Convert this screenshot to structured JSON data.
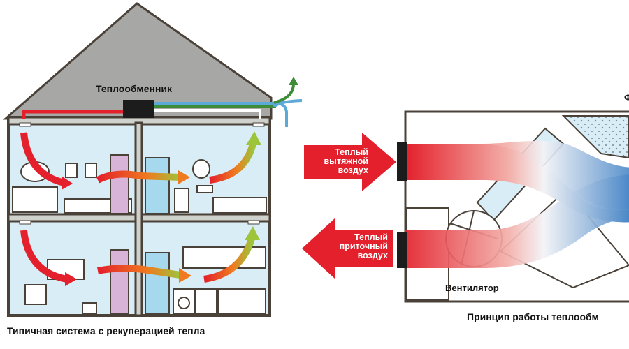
{
  "labels": {
    "heat_exchanger": "Теплообменник",
    "house_caption": "Типичная система с рекуперацией тепла",
    "principle_caption": "Принцип работы теплообм",
    "fan": "Вентилятор",
    "filter_partial": "Ф"
  },
  "arrows": {
    "warm_exhaust": [
      "Теплый",
      "вытяжной",
      "воздух"
    ],
    "warm_supply": [
      "Теплый",
      "приточный",
      "воздух"
    ]
  },
  "colors": {
    "warm": "#e3202b",
    "cool": "#3d7fc4",
    "roof": "#a7a8a6",
    "wall_fill": "#d9edf6",
    "outline": "#4a4138"
  }
}
